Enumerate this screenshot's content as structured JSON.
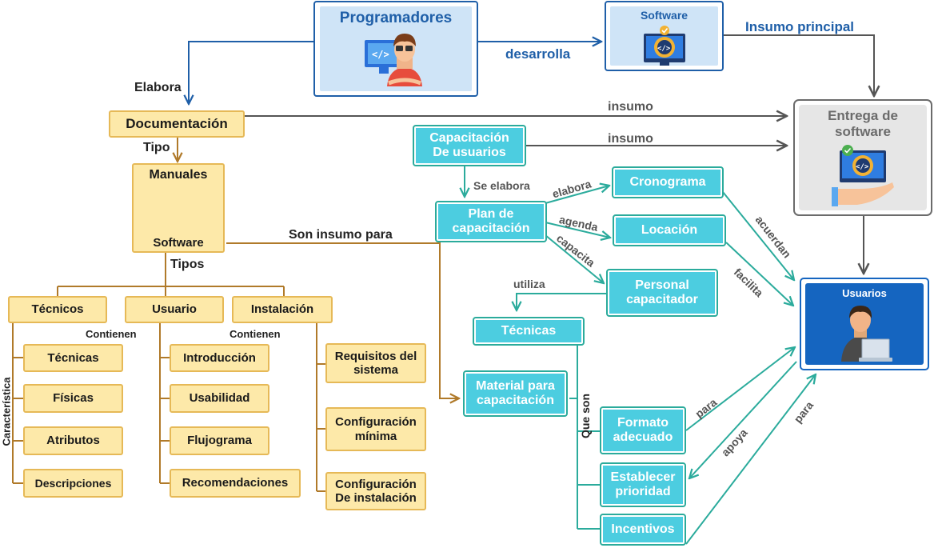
{
  "nodes": {
    "programadores": "Programadores",
    "software_top": "Software",
    "documentacion": "Documentación",
    "manuales": "Manuales",
    "manuales_sub": "Software",
    "tecnicos": "Técnicos",
    "usuario": "Usuario",
    "instalacion": "Instalación",
    "tec_tecnicas": "Técnicas",
    "tec_fisicas": "Físicas",
    "tec_atributos": "Atributos",
    "tec_descripciones": "Descripciones",
    "usu_introduccion": "Introducción",
    "usu_usabilidad": "Usabilidad",
    "usu_flujograma": "Flujograma",
    "usu_recomendaciones": "Recomendaciones",
    "ins_requisitos": "Requisitos del\nsistema",
    "ins_config_minima": "Configuración\nmínima",
    "ins_config_instalacion": "Configuración\nDe instalación",
    "capacitacion_usuarios": "Capacitación\nDe usuarios",
    "plan_capacitacion": "Plan de\ncapacitación",
    "cronograma": "Cronograma",
    "locacion": "Locación",
    "personal_capacitador": "Personal\ncapacitador",
    "tecnicas_teal": "Técnicas",
    "material_capacitacion": "Material para\ncapacitación",
    "formato_adecuado": "Formato\nadecuado",
    "establecer_prioridad": "Establecer\nprioridad",
    "incentivos": "Incentivos",
    "entrega_software": "Entrega de\nsoftware",
    "usuarios": "Usuarios"
  },
  "edges": {
    "elabora": "Elabora",
    "desarrolla": "desarrolla",
    "insumo_principal": "Insumo principal",
    "insumo_1": "insumo",
    "insumo_2": "insumo",
    "tipo": "Tipo",
    "tipos": "Tipos",
    "son_insumo_para": "Son insumo para",
    "contienen_1": "Contienen",
    "contienen_2": "Contienen",
    "caracteristica": "Característica",
    "se_elabora": "Se elabora",
    "elabora_lower": "elabora",
    "agenda": "agenda",
    "capacita": "capacita",
    "utiliza": "utiliza",
    "que_son": "Que son",
    "acuerdan": "acuerdan",
    "facilita": "facilita",
    "para_1": "para",
    "apoya": "apoya",
    "para_2": "para"
  },
  "colors": {
    "blue_edge": "#1f5fa8",
    "gray_edge": "#555555",
    "brown_edge": "#b07a2a",
    "teal_edge": "#2bab9c",
    "yellow_fill": "#fde9a9",
    "teal_fill": "#4ccde0",
    "usuarios_fill": "#1565c0"
  },
  "icons": [
    "programmer-icon",
    "software-gear-icon",
    "document-icon",
    "software-delivery-icon",
    "user-laptop-icon"
  ]
}
